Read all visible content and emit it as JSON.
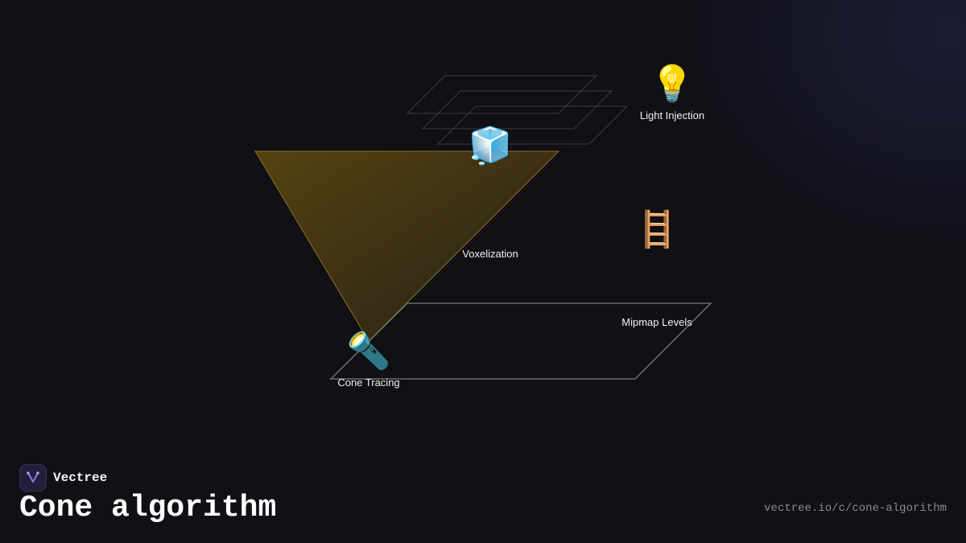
{
  "diagram": {
    "nodes": [
      {
        "id": "light",
        "label": "Light Injection",
        "icon": "light-bulb-icon",
        "glyph": "💡"
      },
      {
        "id": "voxel",
        "label": "Voxelization",
        "icon": "ice-cube-icon",
        "glyph": "🧊"
      },
      {
        "id": "mipmap",
        "label": "Mipmap Levels",
        "icon": "ladder-icon",
        "glyph": "🪜"
      },
      {
        "id": "cone",
        "label": "Cone Tracing",
        "icon": "flashlight-icon",
        "glyph": "🔦"
      }
    ],
    "colors": {
      "cone_fill": "#5a4510",
      "cone_edge": "#8a7020",
      "plane_stroke": "#6a6a70",
      "grid_stroke": "#3a3a42"
    }
  },
  "footer": {
    "brand": "Vectree",
    "title": "Cone algorithm",
    "url": "vectree.io/c/cone-algorithm"
  }
}
